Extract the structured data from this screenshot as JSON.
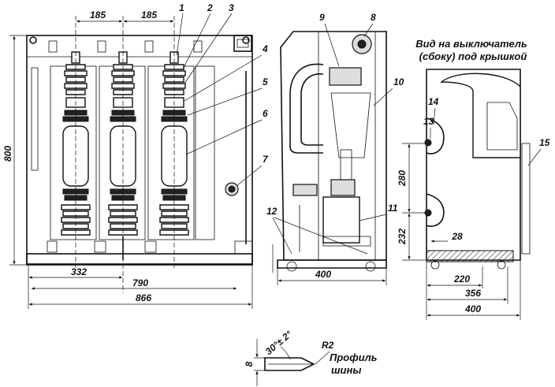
{
  "dimensions": {
    "d185a": "185",
    "d185b": "185",
    "d800": "800",
    "d332": "332",
    "d790": "790",
    "d866": "866",
    "d400a": "400",
    "d280": "280",
    "d232": "232",
    "d28": "28",
    "d220": "220",
    "d356": "356",
    "d400b": "400",
    "d8": "8",
    "angle": "30°± 2°",
    "r2": "R2"
  },
  "callouts": [
    "1",
    "2",
    "3",
    "4",
    "5",
    "6",
    "7",
    "8",
    "9",
    "10",
    "11",
    "12",
    "13",
    "14",
    "15"
  ],
  "captions": {
    "side_view_line1": "Вид на выключатель",
    "side_view_line2": "(сбоку) под крышкой",
    "profile_line1": "Профиль",
    "profile_line2": "шины"
  }
}
